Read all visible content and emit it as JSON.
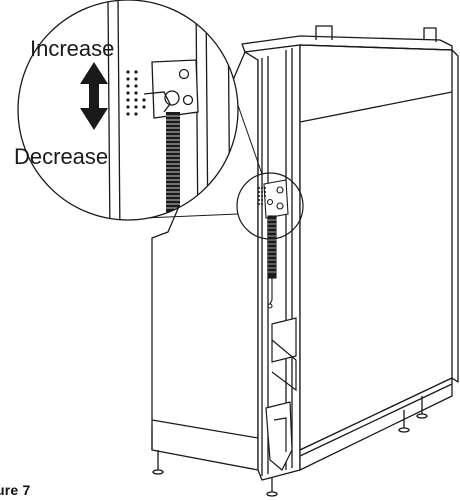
{
  "labels": {
    "increase": "Increase",
    "decrease": "Decrease"
  },
  "caption": "ure 7",
  "colors": {
    "line": "#1a1a1a",
    "background": "#ffffff"
  }
}
